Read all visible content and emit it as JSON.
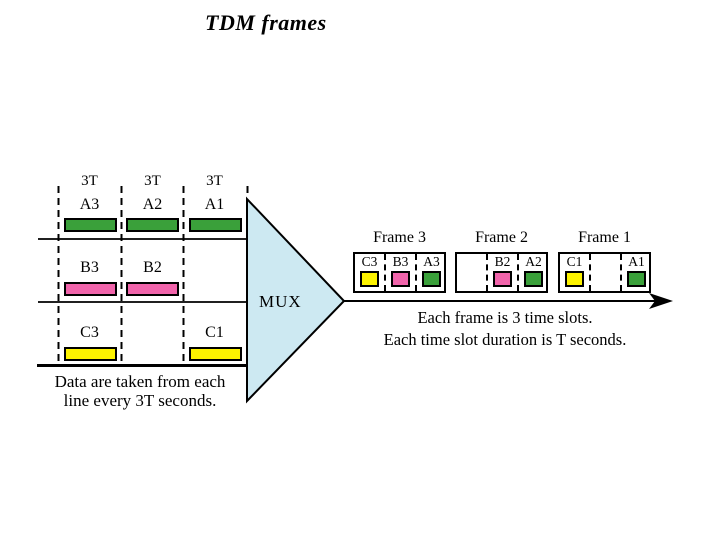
{
  "title": "TDM frames",
  "colors": {
    "green": "#3aa03a",
    "pink": "#f164ab",
    "yellow": "#fdf300",
    "mux_fill": "#cde9f2",
    "line": "#000000"
  },
  "mux": {
    "label": "MUX"
  },
  "input_section": {
    "interval_labels": [
      "3T",
      "3T",
      "3T"
    ],
    "rows": [
      {
        "channel": "A",
        "cells": [
          {
            "label": "A3",
            "color": "green"
          },
          {
            "label": "A2",
            "color": "green"
          },
          {
            "label": "A1",
            "color": "green"
          }
        ]
      },
      {
        "channel": "B",
        "cells": [
          {
            "label": "B3",
            "color": "pink"
          },
          {
            "label": "B2",
            "color": "pink"
          }
        ]
      },
      {
        "channel": "C",
        "cells": [
          {
            "label": "C3",
            "color": "yellow"
          },
          {
            "label": "C1",
            "color": "yellow"
          }
        ]
      }
    ],
    "caption_line1": "Data are taken from each",
    "caption_line2": "line every 3T seconds."
  },
  "output_section": {
    "frames": [
      {
        "title": "Frame 3",
        "slots": [
          {
            "label": "C3",
            "color": "yellow"
          },
          {
            "label": "B3",
            "color": "pink"
          },
          {
            "label": "A3",
            "color": "green"
          }
        ]
      },
      {
        "title": "Frame 2",
        "slots": [
          {
            "label": "",
            "color": ""
          },
          {
            "label": "B2",
            "color": "pink"
          },
          {
            "label": "A2",
            "color": "green"
          }
        ]
      },
      {
        "title": "Frame 1",
        "slots": [
          {
            "label": "C1",
            "color": "yellow"
          },
          {
            "label": "",
            "color": ""
          },
          {
            "label": "A1",
            "color": "green"
          }
        ]
      }
    ],
    "caption_line1": "Each frame is 3 time slots.",
    "caption_line2": "Each time slot duration is T seconds."
  }
}
